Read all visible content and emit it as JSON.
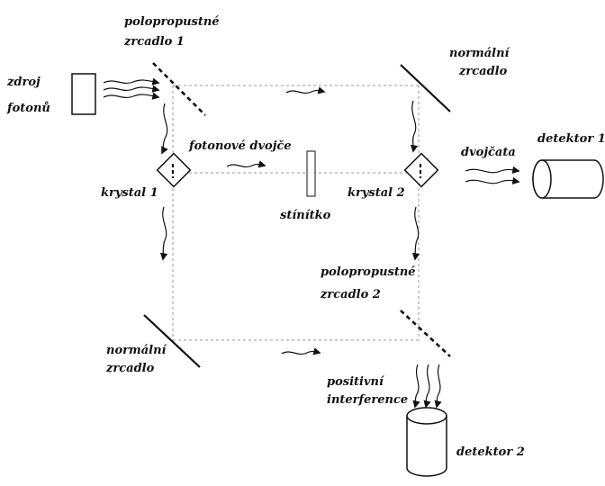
{
  "labels": {
    "source_line1": "zdroj",
    "source_line2": "fotonů",
    "bs1_line1": "polopropustné",
    "bs1_line2": "zrcadlo 1",
    "mirror_top_line1": "normální",
    "mirror_top_line2": "zrcadlo",
    "photon_twins": "fotonové dvojče",
    "twins": "dvojčata",
    "detector1": "detektor 1",
    "crystal1": "krystal 1",
    "crystal2": "krystal 2",
    "screen": "stínítko",
    "bs2_line1": "polopropustné",
    "bs2_line2": "zrcadlo 2",
    "mirror_bottom_line1": "normální",
    "mirror_bottom_line2": "zrcadlo",
    "interference_line1": "positivní",
    "interference_line2": "interference",
    "detector2": "detektor 2"
  }
}
